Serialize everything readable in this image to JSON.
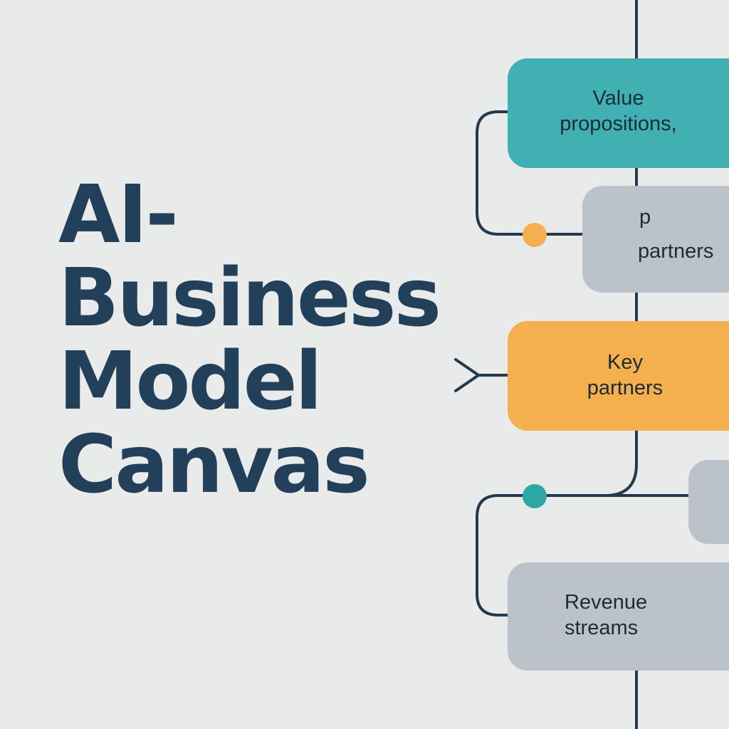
{
  "title": {
    "line1": "AI-",
    "line2": "Business",
    "line3": "Model",
    "line4": "Canvas"
  },
  "nodes": {
    "value_propositions": {
      "line1": "Value",
      "line2": "propositions,"
    },
    "partners_cut": {
      "line1": "p",
      "line2": "partners"
    },
    "key_partners": {
      "line1": "Key",
      "line2": "partners"
    },
    "revenue_streams": {
      "line1": "Revenue",
      "line2": "streams"
    }
  },
  "colors": {
    "background": "#e9eaea",
    "title": "#23405a",
    "line": "#24394d",
    "teal": "#40b0b3",
    "orange": "#f4b04f",
    "gray": "#bcc2c9",
    "dot_orange": "#f4b04f",
    "dot_teal": "#2ea7a6"
  }
}
